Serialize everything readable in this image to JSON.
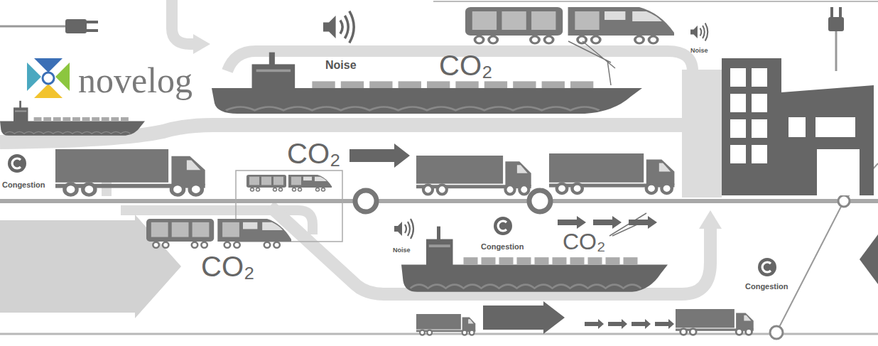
{
  "diagram": {
    "labels": [
      "novelog",
      "Noise",
      "CO₂",
      "Noise",
      "Congestion",
      "CO₂",
      "Noise",
      "Congestion",
      "CO₂",
      "CO₂",
      "Congestion"
    ]
  }
}
